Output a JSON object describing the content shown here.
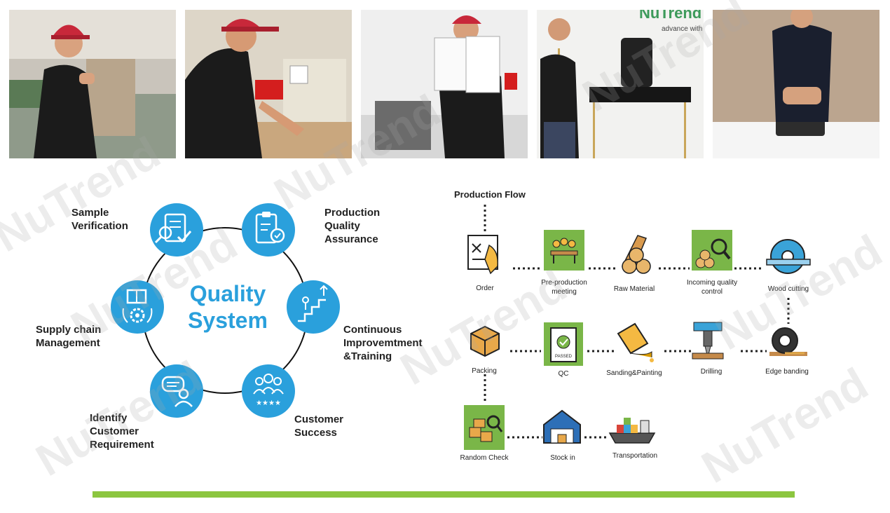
{
  "photos": [
    {
      "name": "photo-sample-board-inspection"
    },
    {
      "name": "photo-panel-inspection"
    },
    {
      "name": "photo-cabinet-door-inspection"
    },
    {
      "name": "photo-desk-load-test"
    },
    {
      "name": "photo-weight-test"
    }
  ],
  "photo_text": {
    "logo": "NuTrend",
    "tagline": "advance with"
  },
  "quality_system": {
    "title_line1": "Quality",
    "title_line2": "System",
    "labels": {
      "sample": "Sample\nVerification",
      "production": "Production\nQuality\nAssurance",
      "continuous": "Continuous\nImprovemtment\n&Training",
      "customer_success": "Customer\nSuccess",
      "identify": "Identify\nCustomer\nRequirement",
      "supply": "Supply chain\nManagement"
    },
    "icons": [
      "checklist-magnifier-icon",
      "clipboard-badge-icon",
      "stairs-climber-icon",
      "team-stars-icon",
      "chat-person-icon",
      "gear-boxes-icon"
    ],
    "accent": "#2aa0dc"
  },
  "production_flow": {
    "title": "Production Flow",
    "steps": [
      {
        "label": "Order",
        "icon": "order-document-icon"
      },
      {
        "label": "Pre-production\nmeeting",
        "icon": "meeting-icon"
      },
      {
        "label": "Raw Material",
        "icon": "logs-icon"
      },
      {
        "label": "Incoming quality\ncontrol",
        "icon": "logs-magnifier-icon"
      },
      {
        "label": "Wood cutting",
        "icon": "saw-blade-icon"
      },
      {
        "label": "Edge banding",
        "icon": "tape-roll-icon"
      },
      {
        "label": "Drilling",
        "icon": "drill-press-icon"
      },
      {
        "label": "Sanding&Painting",
        "icon": "paint-bucket-icon"
      },
      {
        "label": "QC",
        "icon": "qc-clipboard-icon"
      },
      {
        "label": "Packing",
        "icon": "package-box-icon"
      },
      {
        "label": "Random Check",
        "icon": "boxes-magnifier-icon"
      },
      {
        "label": "Stock in",
        "icon": "warehouse-icon"
      },
      {
        "label": "Transportation",
        "icon": "cargo-ship-icon"
      }
    ],
    "highlight_color": "#7ab648"
  },
  "watermark": "NuTrend",
  "footer_bar_color": "#8cc63f"
}
